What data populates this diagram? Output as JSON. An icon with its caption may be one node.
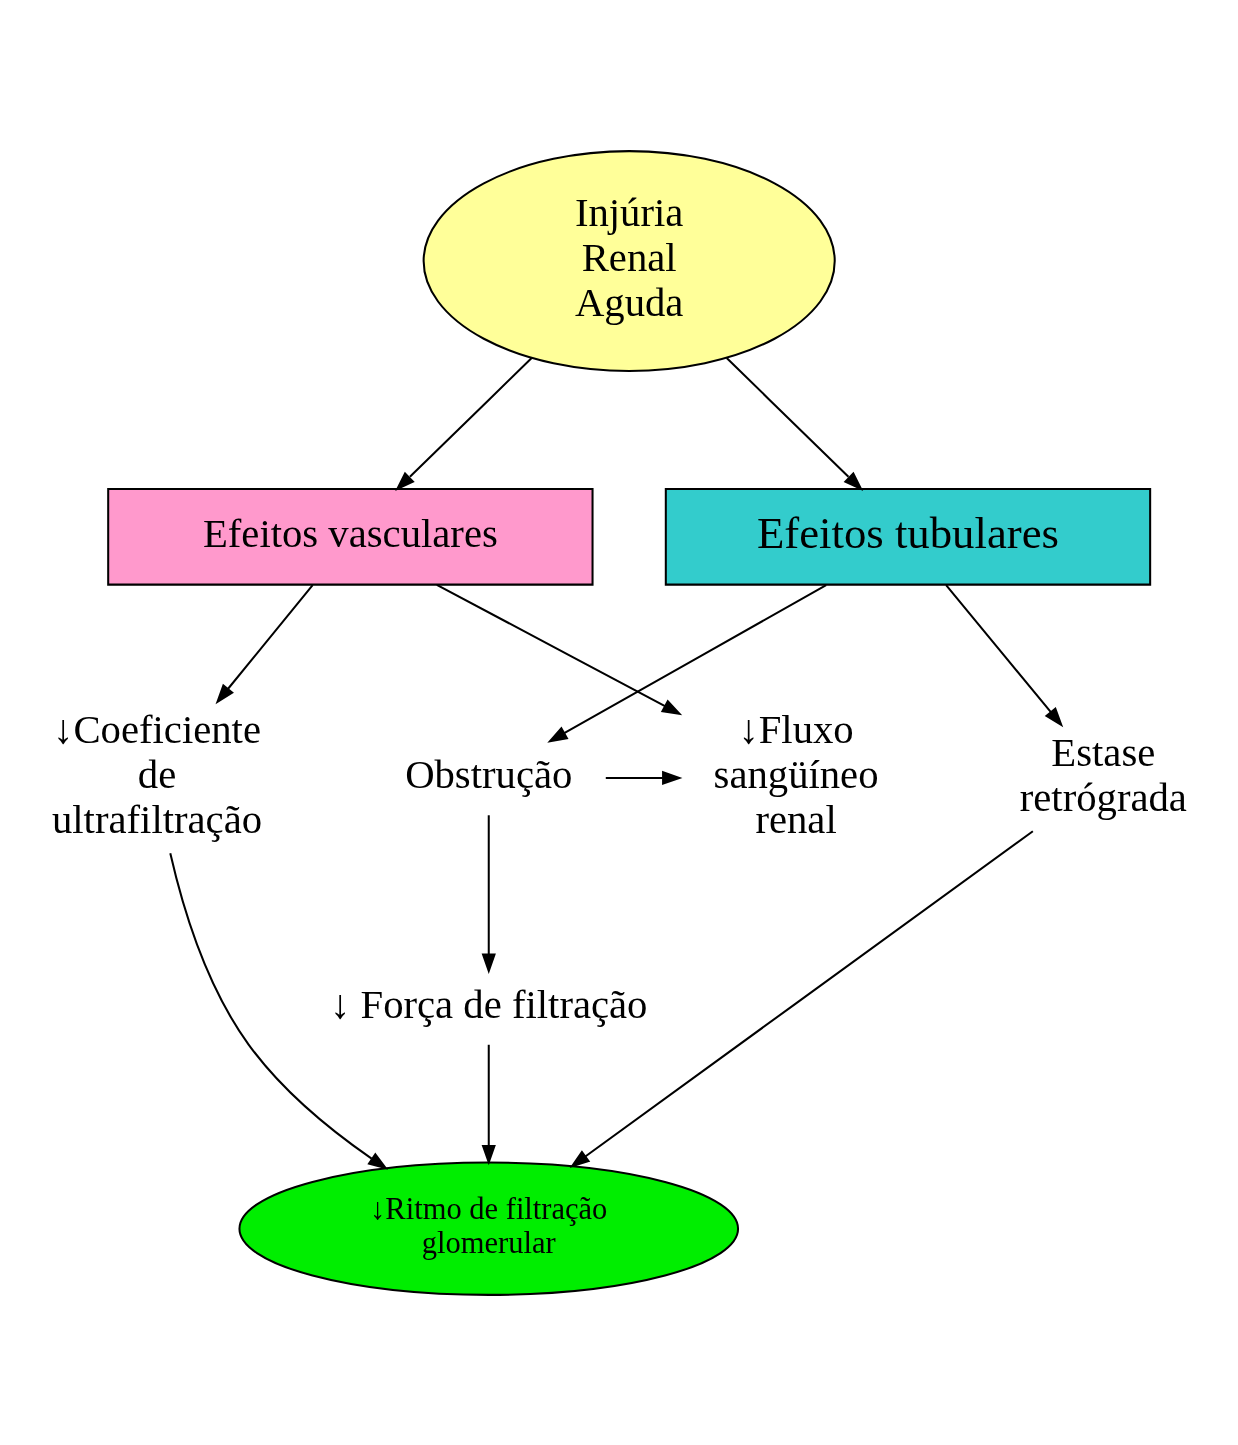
{
  "diagram": {
    "nodes": [
      {
        "text": [
          "Injúria Renal Aguda"
        ]
      },
      {
        "text": [
          "Efeitos vasculares"
        ]
      },
      {
        "text": [
          "Efeitos tubulares"
        ]
      },
      {
        "text": [
          "↓Coeficiente de ultrafiltração"
        ]
      },
      {
        "text": [
          "↓Fluxo sangüíneo renal"
        ]
      },
      {
        "text": [
          "Obstrução"
        ]
      },
      {
        "text": [
          "Estase retrógrada"
        ]
      },
      {
        "text": [
          "↓ Força de filtração"
        ]
      },
      {
        "text": [
          "↓Ritmo de filtração glomerular"
        ]
      }
    ],
    "edges": [
      {
        "from": 0,
        "to": 1,
        "arrow": "to"
      },
      {
        "from": 0,
        "to": 2,
        "arrow": "to"
      },
      {
        "from": 1,
        "to": 3,
        "arrow": "to"
      },
      {
        "from": 1,
        "to": 4,
        "arrow": "to"
      },
      {
        "from": 2,
        "to": 5,
        "arrow": "to"
      },
      {
        "from": 2,
        "to": 6,
        "arrow": "to"
      },
      {
        "from": 5,
        "to": 4,
        "arrow": "to"
      },
      {
        "from": 5,
        "to": 7,
        "arrow": "to"
      },
      {
        "from": 3,
        "to": 8,
        "arrow": "to"
      },
      {
        "from": 7,
        "to": 8,
        "arrow": "to"
      },
      {
        "from": 6,
        "to": 8,
        "arrow": "to"
      }
    ]
  }
}
